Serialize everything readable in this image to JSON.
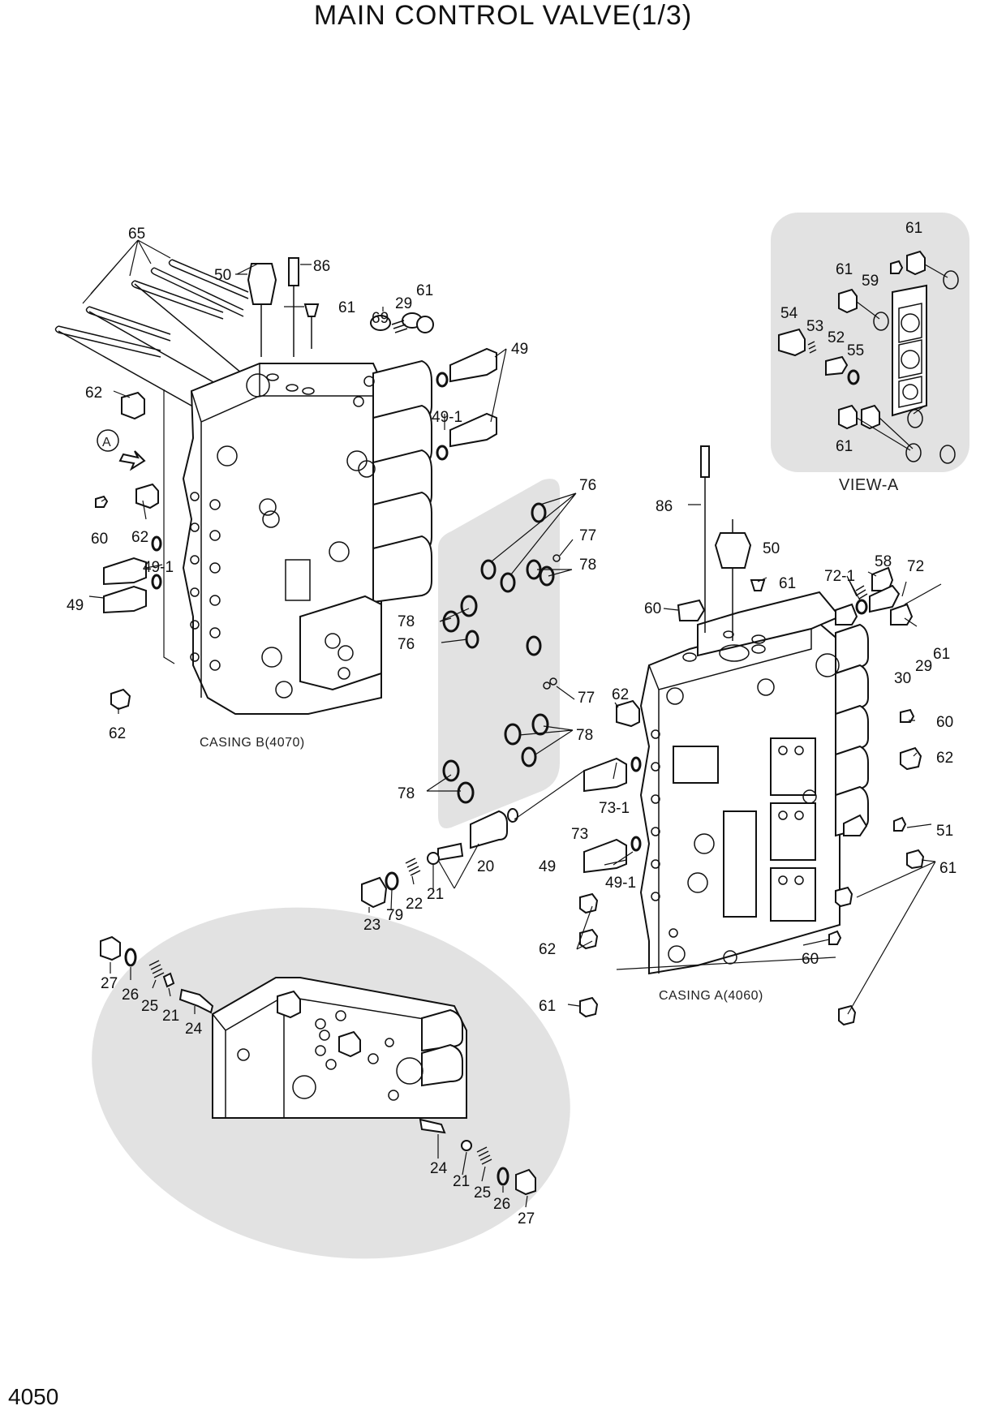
{
  "header": {
    "title": "MAIN CONTROL VALVE(1/3)"
  },
  "footer": {
    "page_number": "4050"
  },
  "captions": {
    "casing_b": "CASING B(4070)",
    "casing_a": "CASING A(4060)",
    "view_a": "VIEW-A",
    "view_marker": "A"
  },
  "callouts": {
    "casing_b": [
      "65",
      "50",
      "86",
      "61",
      "69",
      "29",
      "61",
      "49",
      "62",
      "49-1",
      "60",
      "62",
      "49-1",
      "49",
      "62"
    ],
    "view_a": [
      "61",
      "61",
      "59",
      "54",
      "53",
      "52",
      "55",
      "61"
    ],
    "seals": [
      "76",
      "77",
      "78",
      "78",
      "76",
      "77",
      "78",
      "78"
    ],
    "casing_a": [
      "86",
      "50",
      "61",
      "72-1",
      "58",
      "72",
      "60",
      "29",
      "61",
      "30",
      "62",
      "60",
      "62",
      "73-1",
      "73",
      "51",
      "49",
      "49-1",
      "61",
      "62",
      "60",
      "61"
    ],
    "loose_parts": [
      "20",
      "23",
      "79",
      "22",
      "21"
    ],
    "detail": [
      "27",
      "26",
      "25",
      "21",
      "24",
      "24",
      "21",
      "25",
      "26",
      "27"
    ]
  }
}
